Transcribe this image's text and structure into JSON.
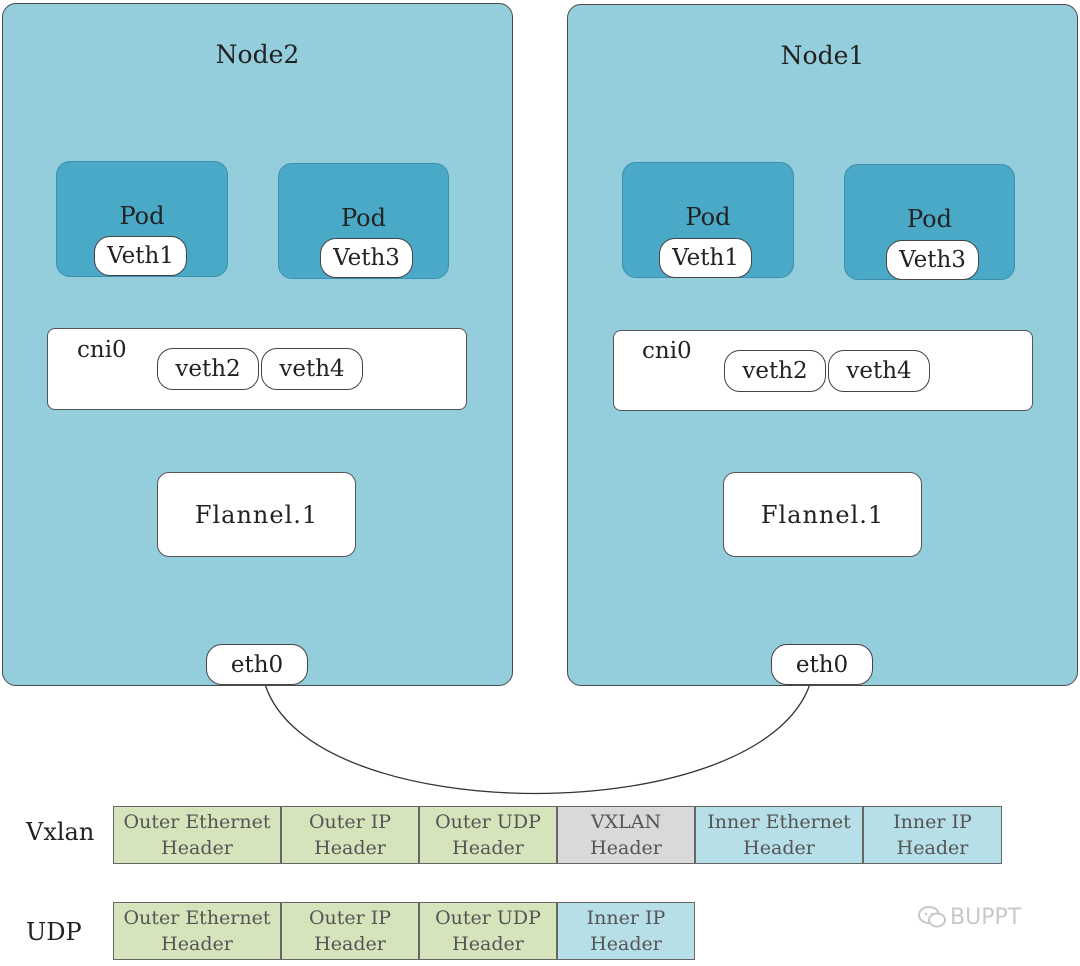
{
  "nodes": {
    "left": {
      "title": "Node2",
      "pod_a": {
        "label": "Pod",
        "veth": "Veth1"
      },
      "pod_b": {
        "label": "Pod",
        "veth": "Veth3"
      },
      "bridge": {
        "label": "cni0",
        "port_a": "veth2",
        "port_b": "veth4"
      },
      "flannel": "Flannel.1",
      "nic": "eth0"
    },
    "right": {
      "title": "Node1",
      "pod_a": {
        "label": "Pod",
        "veth": "Veth1"
      },
      "pod_b": {
        "label": "Pod",
        "veth": "Veth3"
      },
      "bridge": {
        "label": "cni0",
        "port_a": "veth2",
        "port_b": "veth4"
      },
      "flannel": "Flannel.1",
      "nic": "eth0"
    }
  },
  "packets": {
    "vxlan": {
      "label": "Vxlan",
      "headers": [
        {
          "text": "Outer Ethernet\nHeader",
          "color": "#d6e4bc"
        },
        {
          "text": "Outer IP\nHeader",
          "color": "#d6e4bc"
        },
        {
          "text": "Outer UDP\nHeader",
          "color": "#d6e4bc"
        },
        {
          "text": "VXLAN\nHeader",
          "color": "#d9d9d9"
        },
        {
          "text": "Inner Ethernet\nHeader",
          "color": "#b7dfe8"
        },
        {
          "text": "Inner IP\nHeader",
          "color": "#b7dfe8"
        }
      ]
    },
    "udp": {
      "label": "UDP",
      "headers": [
        {
          "text": "Outer Ethernet\nHeader",
          "color": "#d6e4bc"
        },
        {
          "text": "Outer IP\nHeader",
          "color": "#d6e4bc"
        },
        {
          "text": "Outer UDP\nHeader",
          "color": "#d6e4bc"
        },
        {
          "text": "Inner IP\nHeader",
          "color": "#b7dfe8"
        }
      ]
    }
  },
  "watermark": {
    "text": "BUPPT",
    "icon": "wechat-icon"
  }
}
